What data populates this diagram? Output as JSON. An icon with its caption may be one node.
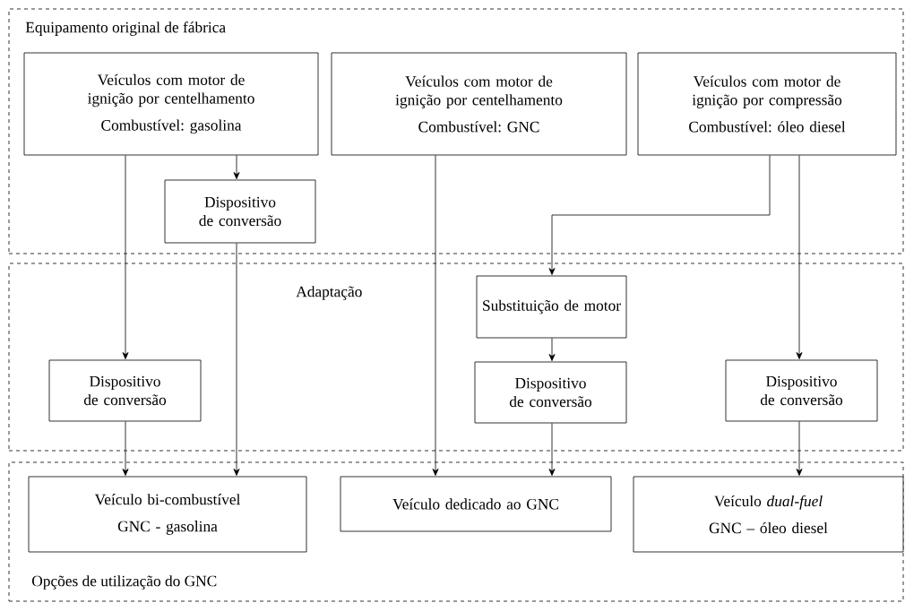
{
  "diagram": {
    "nodes": [
      {
        "text": [
          "Equipamento original de fábrica"
        ]
      },
      {
        "text": [
          "Veículos com motor de ignição por centelhamento",
          "Combustível: gasolina"
        ],
        "in": 0
      },
      {
        "text": [
          "Veículos com motor de ignição por centelhamento",
          "Combustível: GNC"
        ],
        "in": 0
      },
      {
        "text": [
          "Veículos com motor de ignição por compressão",
          "Combustível: óleo diesel"
        ],
        "in": 0
      },
      {
        "text": [
          "Dispositivo de conversão"
        ],
        "in": 0
      },
      {
        "text": [
          "Adaptação"
        ]
      },
      {
        "text": [
          "Substituição de motor"
        ],
        "in": 5
      },
      {
        "text": [
          "Dispositivo de conversão"
        ],
        "in": 5
      },
      {
        "text": [
          "Dispositivo de conversão"
        ],
        "in": 5
      },
      {
        "text": [
          "Dispositivo de conversão"
        ],
        "in": 5
      },
      {
        "text": [
          "Opções de utilização do GNC"
        ]
      },
      {
        "text": [
          "Veículo bi-combustível",
          "GNC - gasolina"
        ],
        "in": 10
      },
      {
        "text": [
          "Veículo dedicado ao GNC"
        ],
        "in": 10
      },
      {
        "text": [
          "Veículo *dual-fuel*",
          "GNC – óleo diesel"
        ],
        "in": 10
      }
    ],
    "edges": [
      {
        "from": 1,
        "to": 4,
        "arrow": "to"
      },
      {
        "from": 1,
        "to": 7,
        "arrow": "to"
      },
      {
        "from": 4,
        "to": 11,
        "arrow": "to"
      },
      {
        "from": 2,
        "to": 12,
        "arrow": "to"
      },
      {
        "from": 3,
        "to": 6,
        "arrow": "to"
      },
      {
        "from": 3,
        "to": 9,
        "arrow": "to"
      },
      {
        "from": 6,
        "to": 8,
        "arrow": "to"
      },
      {
        "from": 7,
        "to": 11,
        "arrow": "to"
      },
      {
        "from": 8,
        "to": 12,
        "arrow": "to"
      },
      {
        "from": 9,
        "to": 13,
        "arrow": "to"
      }
    ]
  }
}
